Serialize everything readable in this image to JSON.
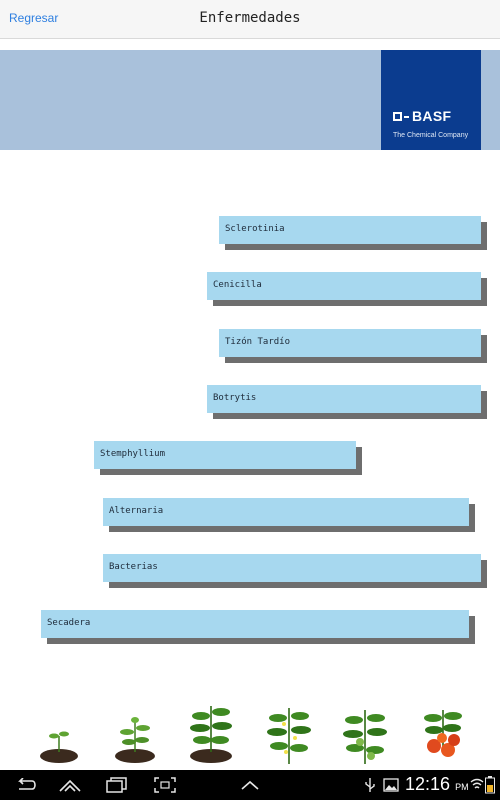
{
  "nav": {
    "back_label": "Regresar",
    "title": "Enfermedades"
  },
  "banner": {
    "logo_name": "BASF",
    "logo_tagline": "The Chemical Company",
    "background": "#a9c1db",
    "logo_bg": "#0b3c8f"
  },
  "diseases": [
    {
      "label": "Sclerotinia"
    },
    {
      "label": "Cenicilla"
    },
    {
      "label": "Tizón Tardío"
    },
    {
      "label": "Botrytis"
    },
    {
      "label": "Stemphyllium"
    },
    {
      "label": "Alternaria"
    },
    {
      "label": "Bacterias"
    },
    {
      "label": "Secadera"
    }
  ],
  "plants": [
    "seedling-icon",
    "young-plant-icon",
    "plant-icon",
    "flowering-plant-icon",
    "fruiting-plant-icon",
    "tomato-icon"
  ],
  "statusbar": {
    "time": "12:16",
    "ampm": "PM"
  },
  "colors": {
    "accent": "#2e7fe0",
    "bar": "#a7d8ef",
    "bar_shadow": "#6e6e6e"
  }
}
